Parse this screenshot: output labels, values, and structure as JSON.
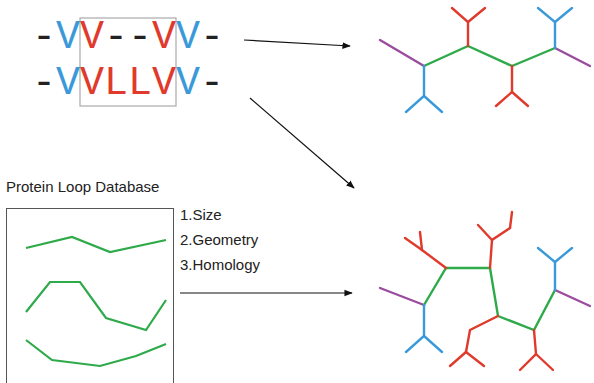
{
  "diagram": {
    "nodes": [
      {
        "text": [
          "Protein Loop Database"
        ]
      }
    ],
    "labels": [
      "-",
      "V",
      "V",
      "--",
      "V",
      "V",
      "-",
      "-",
      "V",
      "VLLV",
      "V",
      "-",
      "1.Size",
      "2.Geometry",
      "3.Homology"
    ]
  }
}
